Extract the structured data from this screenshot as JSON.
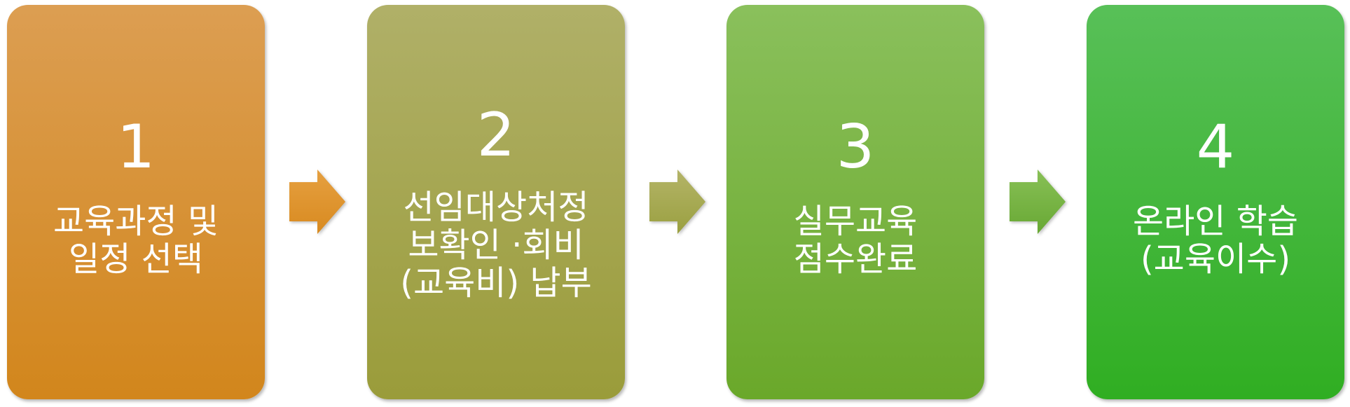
{
  "steps": [
    {
      "number": "1",
      "label": "교육과정 및\n일정 선택",
      "color_top": "#dc9e52",
      "color_bottom": "#d2861c"
    },
    {
      "number": "2",
      "label": "선임대상처정\n보확인  ·회비\n(교육비) 납부",
      "color_top": "#b0b068",
      "color_bottom": "#9a9c3a"
    },
    {
      "number": "3",
      "label": "실무교육\n점수완료",
      "color_top": "#8ac05c",
      "color_bottom": "#6aa82a"
    },
    {
      "number": "4",
      "label": "온라인 학습\n(교육이수)",
      "color_top": "#58c058",
      "color_bottom": "#30ae22"
    }
  ],
  "arrows": [
    {
      "icon": "right-arrow-icon",
      "color_top": "#e6a040",
      "color_bottom": "#d88a20"
    },
    {
      "icon": "right-arrow-icon",
      "color_top": "#b4b468",
      "color_bottom": "#9aa040"
    },
    {
      "icon": "right-arrow-icon",
      "color_top": "#88c056",
      "color_bottom": "#68a834"
    }
  ]
}
